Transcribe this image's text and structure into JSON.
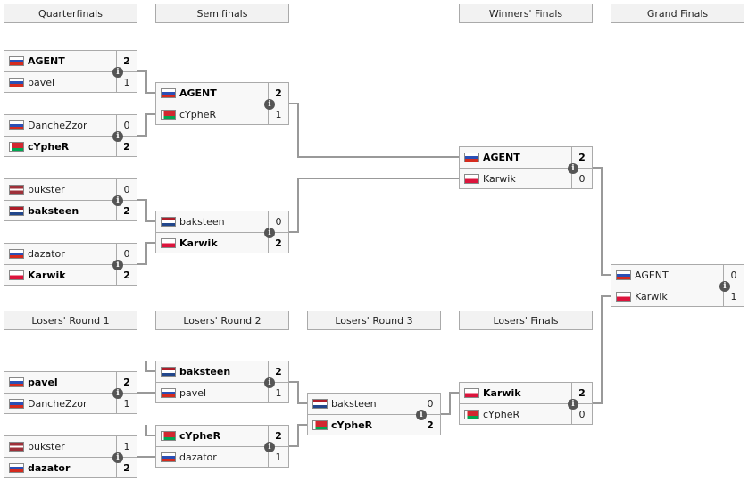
{
  "headers": {
    "quarterfinals": "Quarterfinals",
    "semifinals": "Semifinals",
    "winners_finals": "Winners' Finals",
    "grand_finals": "Grand Finals",
    "losers_round_1": "Losers' Round 1",
    "losers_round_2": "Losers' Round 2",
    "losers_round_3": "Losers' Round 3",
    "losers_finals": "Losers' Finals"
  },
  "info_glyph": "i",
  "matches": {
    "qf1": {
      "top": {
        "flag": "ru",
        "name": "AGENT",
        "score": "2",
        "winner": true
      },
      "bottom": {
        "flag": "ru",
        "name": "pavel",
        "score": "1",
        "winner": false
      }
    },
    "qf2": {
      "top": {
        "flag": "ru",
        "name": "DancheZzor",
        "score": "0",
        "winner": false
      },
      "bottom": {
        "flag": "by",
        "name": "cYpheR",
        "score": "2",
        "winner": true
      }
    },
    "qf3": {
      "top": {
        "flag": "lv",
        "name": "bukster",
        "score": "0",
        "winner": false
      },
      "bottom": {
        "flag": "nl",
        "name": "baksteen",
        "score": "2",
        "winner": true
      }
    },
    "qf4": {
      "top": {
        "flag": "ru",
        "name": "dazator",
        "score": "0",
        "winner": false
      },
      "bottom": {
        "flag": "pl",
        "name": "Karwik",
        "score": "2",
        "winner": true
      }
    },
    "sf1": {
      "top": {
        "flag": "ru",
        "name": "AGENT",
        "score": "2",
        "winner": true
      },
      "bottom": {
        "flag": "by",
        "name": "cYpheR",
        "score": "1",
        "winner": false
      }
    },
    "sf2": {
      "top": {
        "flag": "nl",
        "name": "baksteen",
        "score": "0",
        "winner": false
      },
      "bottom": {
        "flag": "pl",
        "name": "Karwik",
        "score": "2",
        "winner": true
      }
    },
    "wf": {
      "top": {
        "flag": "ru",
        "name": "AGENT",
        "score": "2",
        "winner": true
      },
      "bottom": {
        "flag": "pl",
        "name": "Karwik",
        "score": "0",
        "winner": false
      }
    },
    "gf": {
      "top": {
        "flag": "ru",
        "name": "AGENT",
        "score": "0",
        "winner": false
      },
      "bottom": {
        "flag": "pl",
        "name": "Karwik",
        "score": "1",
        "winner": false
      }
    },
    "lr1a": {
      "top": {
        "flag": "ru",
        "name": "pavel",
        "score": "2",
        "winner": true
      },
      "bottom": {
        "flag": "ru",
        "name": "DancheZzor",
        "score": "1",
        "winner": false
      }
    },
    "lr1b": {
      "top": {
        "flag": "lv",
        "name": "bukster",
        "score": "1",
        "winner": false
      },
      "bottom": {
        "flag": "ru",
        "name": "dazator",
        "score": "2",
        "winner": true
      }
    },
    "lr2a": {
      "top": {
        "flag": "nl",
        "name": "baksteen",
        "score": "2",
        "winner": true
      },
      "bottom": {
        "flag": "ru",
        "name": "pavel",
        "score": "1",
        "winner": false
      }
    },
    "lr2b": {
      "top": {
        "flag": "by",
        "name": "cYpheR",
        "score": "2",
        "winner": true
      },
      "bottom": {
        "flag": "ru",
        "name": "dazator",
        "score": "1",
        "winner": false
      }
    },
    "lr3": {
      "top": {
        "flag": "nl",
        "name": "baksteen",
        "score": "0",
        "winner": false
      },
      "bottom": {
        "flag": "by",
        "name": "cYpheR",
        "score": "2",
        "winner": true
      }
    },
    "lf": {
      "top": {
        "flag": "pl",
        "name": "Karwik",
        "score": "2",
        "winner": true
      },
      "bottom": {
        "flag": "by",
        "name": "cYpheR",
        "score": "0",
        "winner": false
      }
    }
  }
}
